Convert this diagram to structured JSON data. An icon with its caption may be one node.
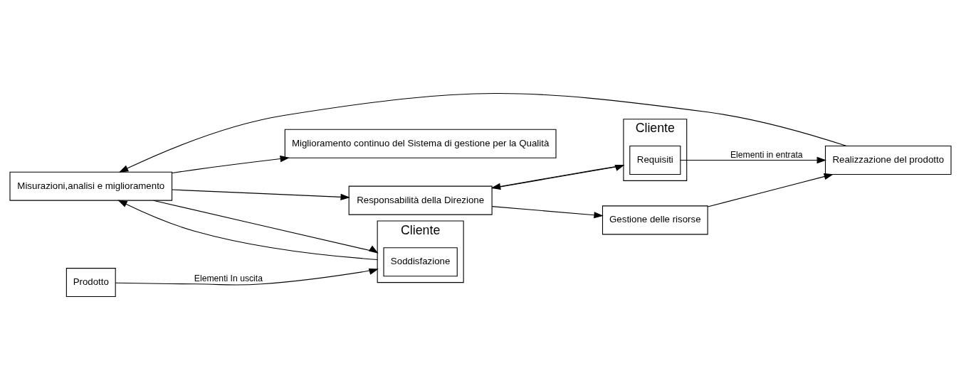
{
  "diagram": {
    "nodes": [
      {
        "text": [
          "Miglioramento continuo del Sistema di gestione per la Qualità"
        ]
      },
      {
        "text": [
          "Cliente"
        ]
      },
      {
        "text": [
          "Requisiti"
        ],
        "in": 1
      },
      {
        "text": [
          "Responsabilità della Direzione"
        ]
      },
      {
        "text": [
          "Gestione delle risorse"
        ]
      },
      {
        "text": [
          "Misurazioni,analisi e miglioramento"
        ]
      },
      {
        "text": [
          "Realizzazione del prodotto"
        ]
      },
      {
        "text": [
          "Prodotto"
        ]
      },
      {
        "text": [
          "Cliente"
        ]
      },
      {
        "text": [
          "Soddisfazione"
        ],
        "in": 8
      }
    ],
    "edges": [
      {
        "from": 1,
        "to": 3,
        "arrow": "to"
      },
      {
        "from": 3,
        "to": 1,
        "arrow": "to"
      },
      {
        "from": 3,
        "to": 4,
        "arrow": "to"
      },
      {
        "from": 4,
        "to": 6,
        "arrow": "to"
      },
      {
        "from": 6,
        "to": 5,
        "arrow": "to"
      },
      {
        "from": 5,
        "to": 3,
        "arrow": "to"
      },
      {
        "from": 5,
        "to": 0,
        "arrow": "to"
      },
      {
        "from": 5,
        "to": 8,
        "arrow": "to"
      },
      {
        "from": 8,
        "to": 5,
        "arrow": "to"
      },
      {
        "from": 2,
        "to": 6,
        "label": "Elementi in entrata",
        "arrow": "to"
      },
      {
        "from": 7,
        "to": 8,
        "label": "Elementi In uscita",
        "arrow": "to"
      }
    ]
  }
}
